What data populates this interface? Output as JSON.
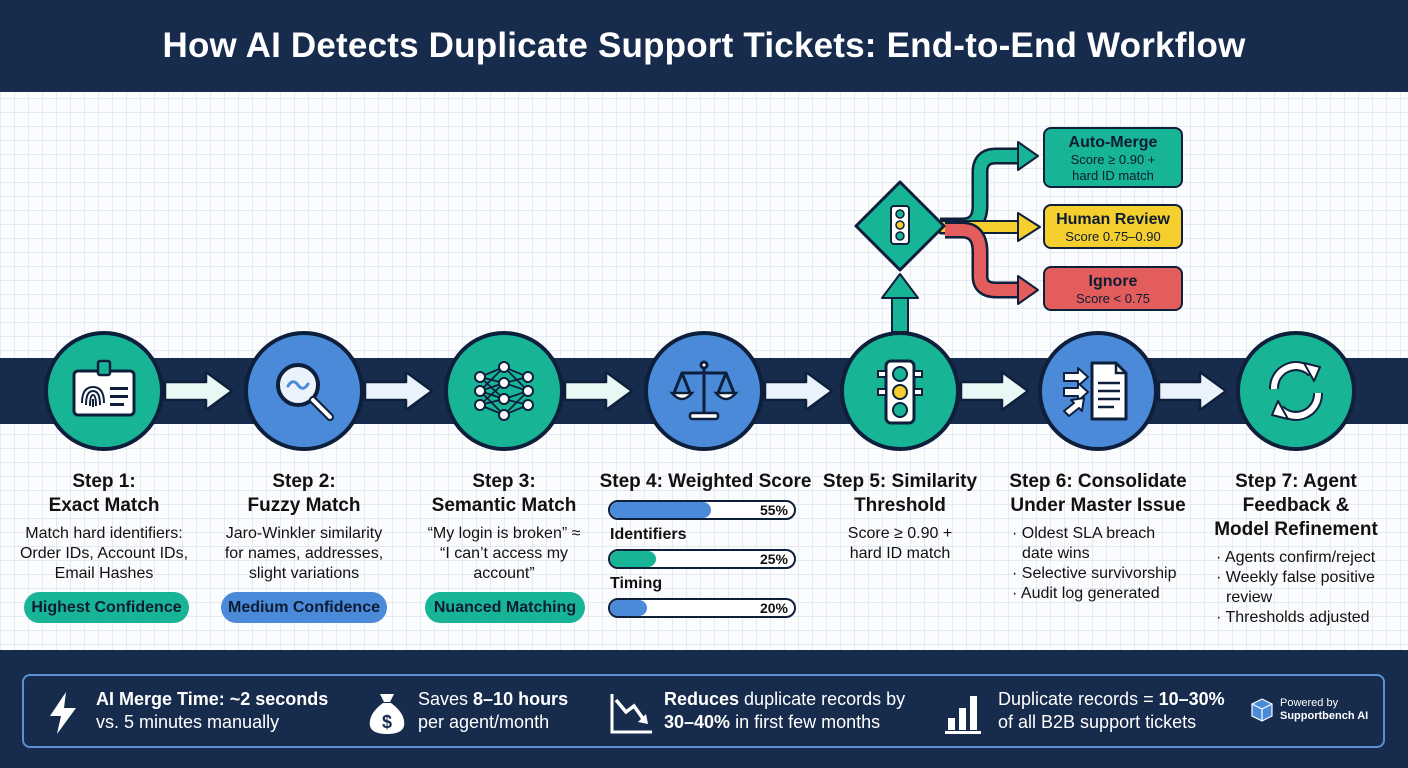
{
  "title": "How AI Detects Duplicate Support Tickets: End-to-End Workflow",
  "steps": [
    {
      "title_line1": "Step 1:",
      "title_line2": "Exact Match",
      "desc_lines": [
        "Match hard identifiers:",
        "Order IDs, Account IDs,",
        "Email Hashes"
      ],
      "badge": "Highest Confidence",
      "color": "teal",
      "icon": "id-card-fingerprint-icon"
    },
    {
      "title_line1": "Step 2:",
      "title_line2": "Fuzzy Match",
      "desc_lines": [
        "Jaro-Winkler similarity",
        "for names, addresses,",
        "slight variations"
      ],
      "badge": "Medium Confidence",
      "color": "blue",
      "icon": "magnifier-icon"
    },
    {
      "title_line1": "Step 3:",
      "title_line2": "Semantic Match",
      "desc_lines": [
        "“My login is broken” ≈",
        "“I can’t access my",
        "account”"
      ],
      "badge": "Nuanced Matching",
      "color": "teal",
      "icon": "neural-network-icon"
    },
    {
      "title": "Step 4: Weighted Score",
      "color": "blue",
      "icon": "scale-icon",
      "bars": [
        {
          "label": "",
          "value": 55,
          "text": "55%",
          "color": "#4a8ad8"
        },
        {
          "label": "Identifiers",
          "value": 25,
          "text": "25%",
          "color": "#18b496"
        },
        {
          "label": "Timing",
          "value": 20,
          "text": "20%",
          "color": "#4a8ad8"
        }
      ]
    },
    {
      "title_line1": "Step 5: Similarity",
      "title_line2": "Threshold",
      "desc_lines": [
        "Score ≥ 0.90 +",
        "hard ID match"
      ],
      "color": "teal",
      "icon": "traffic-light-icon"
    },
    {
      "title_line1": "Step 6: Consolidate",
      "title_line2": "Under Master Issue",
      "bullets": [
        "Oldest SLA breach date wins",
        "Selective survivorship",
        "Audit log generated"
      ],
      "color": "blue",
      "icon": "merge-document-icon"
    },
    {
      "title_line1": "Step 7: Agent",
      "title_line2": "Feedback &",
      "title_line3": "Model Refinement",
      "bullets": [
        "Agents confirm/reject",
        "Weekly false positive review",
        "Thresholds adjusted"
      ],
      "color": "teal",
      "icon": "refresh-cycle-icon"
    }
  ],
  "outcomes": [
    {
      "title": "Auto-Merge",
      "desc_lines": [
        "Score ≥ 0.90 +",
        "hard ID match"
      ],
      "color": "#18b496"
    },
    {
      "title": "Human Review",
      "desc_lines": [
        "Score 0.75–0.90"
      ],
      "color": "#f5cf2e"
    },
    {
      "title": "Ignore",
      "desc_lines": [
        "Score < 0.75"
      ],
      "color": "#e35d5d"
    }
  ],
  "footer": {
    "stats": [
      {
        "icon": "lightning-icon",
        "bold1": "AI Merge Time: ~2 seconds",
        "line2": "vs. 5 minutes manually"
      },
      {
        "icon": "money-bag-icon",
        "pre": "Saves ",
        "bold1": "8–10 hours",
        "line2": "per agent/month"
      },
      {
        "icon": "trend-down-icon",
        "bold1": "Reduces",
        "rest1": " duplicate records by",
        "bold2": "30–40%",
        "rest2": " in first few months"
      },
      {
        "icon": "bar-chart-icon",
        "pre": "Duplicate records = ",
        "bold1": "10–30%",
        "line2": "of all B2B support tickets"
      }
    ],
    "powered_line1": "Powered by",
    "powered_line2": "Supportbench AI"
  },
  "colors": {
    "navy": "#172b4d",
    "teal": "#18b496",
    "blue": "#4a8ad8",
    "yellow": "#f5cf2e",
    "red": "#e35d5d"
  }
}
